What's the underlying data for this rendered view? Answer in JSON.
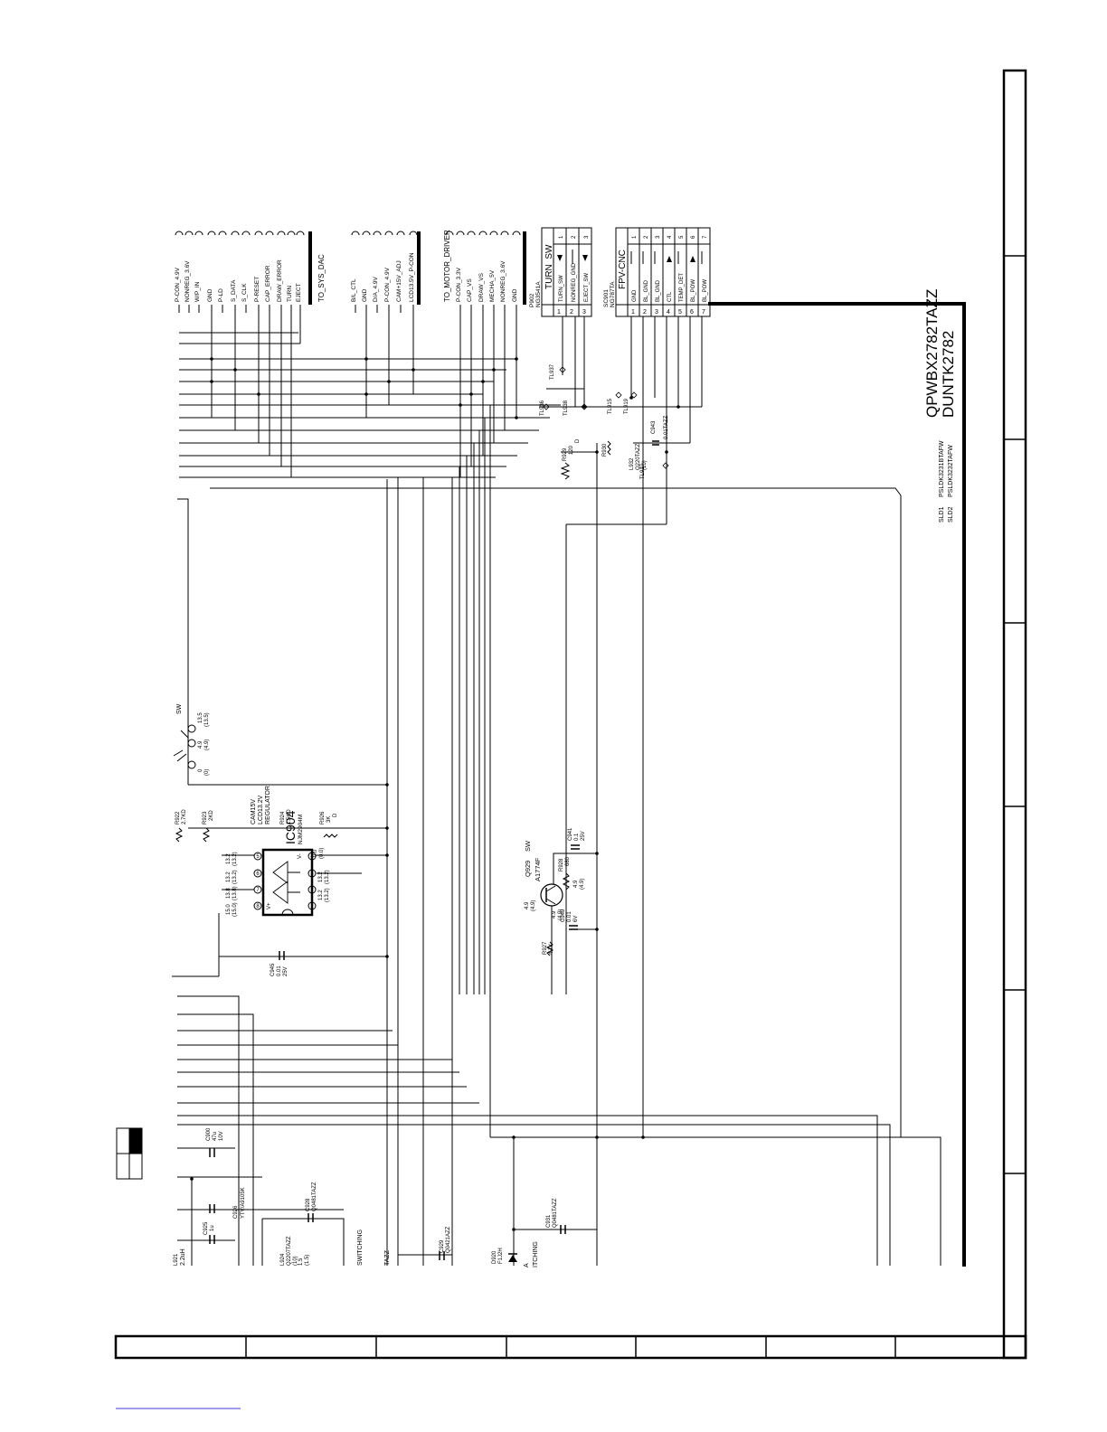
{
  "board": {
    "part_number": "QPWBX2782TAZZ",
    "unit_code": "DUNTK2782",
    "sld_refs": [
      {
        "ref": "SLD1",
        "part": "PSLDK3231BTAFW"
      },
      {
        "ref": "SLD2",
        "part": "PSLDK3232TAFW"
      }
    ]
  },
  "connector_sys_dac": {
    "title": "TO_SYS_DAC",
    "pins": [
      "P-CON_4.9V",
      "NONREG_3.6V",
      "W/P_IN",
      "GND",
      "P-LD",
      "S_DATA",
      "S_CLK",
      "P-RESET",
      "CAP_ERROR",
      "DRAW_ERROR",
      "TURN",
      "EJECT"
    ]
  },
  "connector_mid": {
    "pins": [
      "B/L_CTL",
      "GND",
      "D/A_4.9V",
      "P-CON_4.9V",
      "CAM+15V_ADJ",
      "LCD13.5V_P-CON"
    ]
  },
  "connector_motor_driver": {
    "title": "TO_MOTOR_DRIVER",
    "pins": [
      "P-CON_3.3V",
      "CAP_VS",
      "DRAW_VS",
      "MECHA_5V",
      "NONREG_3.6V",
      "GND"
    ]
  },
  "connector_turn_sw": {
    "title": "TURN_SW",
    "ref": "P902",
    "part": "NG3541A",
    "pins": [
      {
        "num": "1",
        "name": "TURN_SW"
      },
      {
        "num": "2",
        "name": "NONREG_GND"
      },
      {
        "num": "3",
        "name": "EJECT_SW"
      }
    ],
    "side_nums": [
      "1",
      "2",
      "3"
    ]
  },
  "connector_fpv_cnc": {
    "title": "FPV-CNC",
    "ref": "SC901",
    "part": "NG787TA",
    "pins": [
      {
        "num": "1",
        "name": "GND"
      },
      {
        "num": "2",
        "name": "BL_GND"
      },
      {
        "num": "3",
        "name": "BL_GND"
      },
      {
        "num": "4",
        "name": "CTL"
      },
      {
        "num": "5",
        "name": "TEMP_DET"
      },
      {
        "num": "6",
        "name": "BL_POW"
      },
      {
        "num": "7",
        "name": "BL_POW"
      }
    ],
    "side_nums": [
      "1",
      "2",
      "3",
      "4",
      "5",
      "6",
      "7"
    ]
  },
  "test_points": [
    "TL937",
    "TL936",
    "TL938",
    "TL915",
    "TL919",
    "TL917"
  ],
  "parts": {
    "r929": [
      "R929",
      "120",
      "D"
    ],
    "r930": "R930",
    "l932": [
      "L932",
      "Q220TAZZ",
      "(10)"
    ],
    "c943": [
      "C943",
      "0.01TAZZ"
    ],
    "c941": [
      "C941",
      "0.1",
      "25V"
    ],
    "r928": [
      "R928",
      "680"
    ],
    "c940": [
      "C940",
      "0.01",
      "6V"
    ],
    "r927": [
      "R927",
      "4.7K"
    ],
    "c945": [
      "C945",
      "0.01",
      "25V"
    ],
    "r922": [
      "R922",
      "2.7KD"
    ],
    "r923": [
      "R923",
      "2KD"
    ],
    "r924": [
      "R924",
      "1.5KD"
    ],
    "r925": [
      "R926",
      "3K",
      "D"
    ],
    "reg_note": [
      "CAM15V",
      "LCD13.2V",
      "REGULATOR"
    ],
    "ic904": [
      "IC904",
      "NJM2904M"
    ],
    "q929": [
      "Q929",
      "SW",
      "A1774F"
    ],
    "sw_label": "SW",
    "c900": [
      "C900",
      "47u",
      "10V"
    ],
    "c926": [
      "C926",
      "YTV/A9105K"
    ],
    "c925": [
      "C925",
      "1u"
    ],
    "c928": [
      "C928",
      "Q0481TAZZ"
    ],
    "l924": [
      "L924",
      "Q2207TAZZ",
      "(10)"
    ],
    "l921": [
      "L921",
      "2.2uH"
    ],
    "c929": [
      "C929",
      "Q0421AZZ"
    ],
    "c931": [
      "C931",
      "Q0481TAZZ"
    ],
    "d920": [
      "D920",
      "F1J2H"
    ],
    "switching_1": "SWITCHING",
    "switching_2": "ITCHING",
    "tazz": "TAZZ",
    "letter_a": "A"
  },
  "voltages": {
    "q_b": "4.9",
    "q_b2": "(4.9)",
    "q_e": "4.9",
    "q_e2": "(4.9)",
    "q_c": "4.9",
    "q_c2": "(4.9)",
    "ic_p1": "13.2",
    "ic_p1b": "(13.2)",
    "ic_p2": "13.2",
    "ic_p2b": "(13.2)",
    "ic_p3": "13.8",
    "ic_p3b": "(13.8)",
    "ic_p4": "15.0",
    "ic_p4b": "(15.0)",
    "ic_p5": "13.2",
    "ic_p5b": "(13.2)",
    "ic_p6": "13.2",
    "ic_p6b": "(13.2)",
    "ic_p8": "0.0",
    "ic_p8b": "(0.0)",
    "sw_v1": "13.5",
    "sw_v1b": "(13.5)",
    "sw_v2": "4.9",
    "sw_v2b": "(4.9)",
    "sw_v3": "0",
    "sw_v3b": "(0)",
    "l924v": "1.5",
    "l924vb": "(1.5)"
  },
  "ic_pins": [
    "1",
    "2",
    "3",
    "4",
    "5",
    "6",
    "7",
    "8"
  ],
  "ic_pin_labels": {
    "vplus": "V+",
    "vminus": "V-"
  }
}
